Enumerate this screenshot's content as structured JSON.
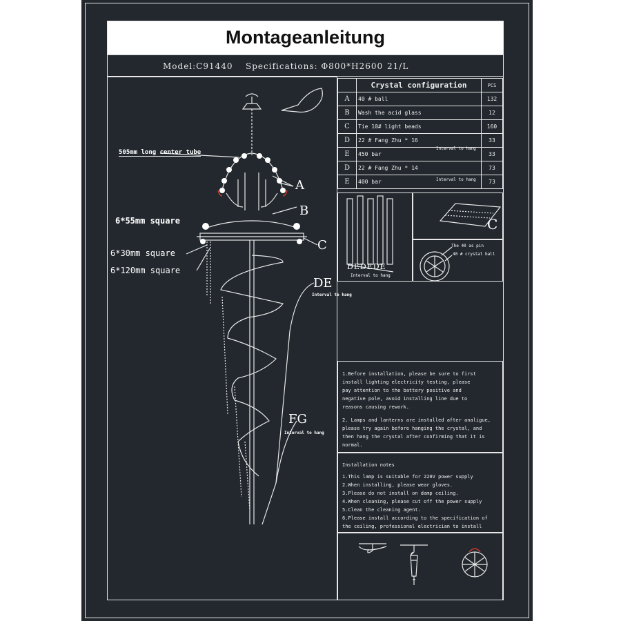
{
  "title": "Montageanleitung",
  "spec": {
    "model": "Model:C91440",
    "specifications": "Specifications: Φ800*H2600",
    "lights": "21/L"
  },
  "table": {
    "header": "Crystal configuration",
    "pcs_header": "PCS",
    "rows": [
      {
        "letter": "A",
        "desc": "40 # ball",
        "qty": "132"
      },
      {
        "letter": "B",
        "desc": "Wash the acid glass",
        "qty": "12"
      },
      {
        "letter": "C",
        "desc": "Tie 10# light beads",
        "qty": "160"
      },
      {
        "letter": "D",
        "desc": "22 # Fang Zhu * 16",
        "qty": "33"
      },
      {
        "letter": "E",
        "desc": "450 bar",
        "qty": "33"
      },
      {
        "letter": "D",
        "desc": "22 # Fang Zhu * 14",
        "qty": "73"
      },
      {
        "letter": "E",
        "desc": "400 bar",
        "qty": "73"
      }
    ],
    "interval_note": "Interval to hang"
  },
  "diagram_labels": {
    "center_tube": "505mm long center tube",
    "a": "A",
    "b": "B",
    "c": "C",
    "de": "DE",
    "fg": "FG",
    "sq55": "6*55mm square",
    "sq30": "6*30mm square",
    "sq120": "6*120mm square",
    "interval": "Interval to hang"
  },
  "detail_labels": {
    "de_group": "DEDEDE",
    "interval": "Interval to hang",
    "c": "C",
    "pin": "The 40 as pin",
    "ball": "40 # crystal ball"
  },
  "notes": {
    "n1": [
      "1.Before installation, please be sure to first",
      "install lighting electricity testing, please",
      "pay attention to the battery positive and",
      "negative pole, avoid installing line due to",
      "reasons causing rework."
    ],
    "n2": [
      "2. Lamps and lanterns are installed after analigue,",
      "please try again before hanging the crystal, and",
      "then hang the crystal after confirming that it is",
      "normal."
    ],
    "install_title": "Installation notes",
    "install": [
      "1.This lamp is suitable for 220V power supply",
      "2.When installing, please wear gloves.",
      "3.Please do not install on damp ceiling.",
      "4.When cleaning, please cut off the power supply",
      "5.Clean the cleaning agent.",
      "6.Please install according to the specification of",
      "the ceiling, professional electrician to install"
    ]
  },
  "colors": {
    "background": "#22282e",
    "lines": "#e8e8e8",
    "accent_red": "#d63a2a"
  }
}
